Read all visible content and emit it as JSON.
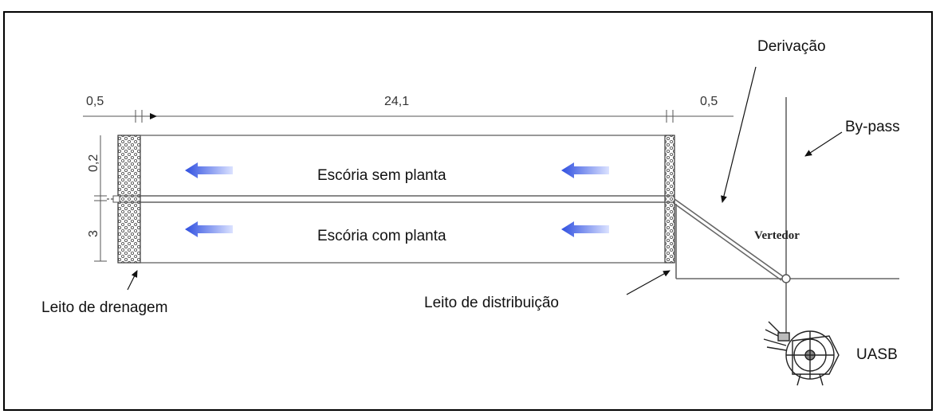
{
  "labels": {
    "dim_left": "0,5",
    "dim_center": "24,1",
    "dim_right": "0,5",
    "dim_vert_top": "0,2",
    "dim_vert_bottom": "3",
    "cell_top": "Escória sem planta",
    "cell_bottom": "Escória com planta",
    "derivacao": "Derivação",
    "bypass": "By-pass",
    "vertedor": "Vertedor",
    "uasb": "UASB",
    "leito_drenagem": "Leito de drenagem",
    "leito_distribuicao": "Leito de distribuição"
  },
  "icons": {
    "flow_arrow": "left-arrow-icon",
    "uasb_reactor": "uasb-reactor-icon"
  },
  "colors": {
    "flow_arrow": "#2f4fe0",
    "line": "#555555",
    "frame": "#000000"
  }
}
